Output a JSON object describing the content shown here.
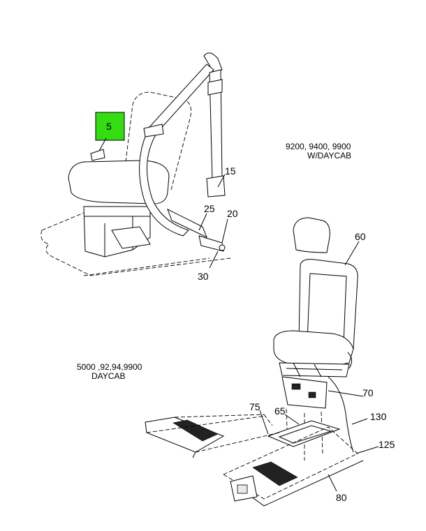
{
  "captions": {
    "upper": {
      "line1": "9200, 9400, 9900",
      "line2": "W/DAYCAB"
    },
    "lower": {
      "line1": "5000 ,92,94,9900",
      "line2": "DAYCAB"
    }
  },
  "callouts": {
    "c5": "5",
    "c15": "15",
    "c20": "20",
    "c25": "25",
    "c30": "30",
    "c60": "60",
    "c65": "65",
    "c70": "70",
    "c75": "75",
    "c80": "80",
    "c125": "125",
    "c130": "130"
  },
  "colors": {
    "highlight": "#33dd11"
  }
}
